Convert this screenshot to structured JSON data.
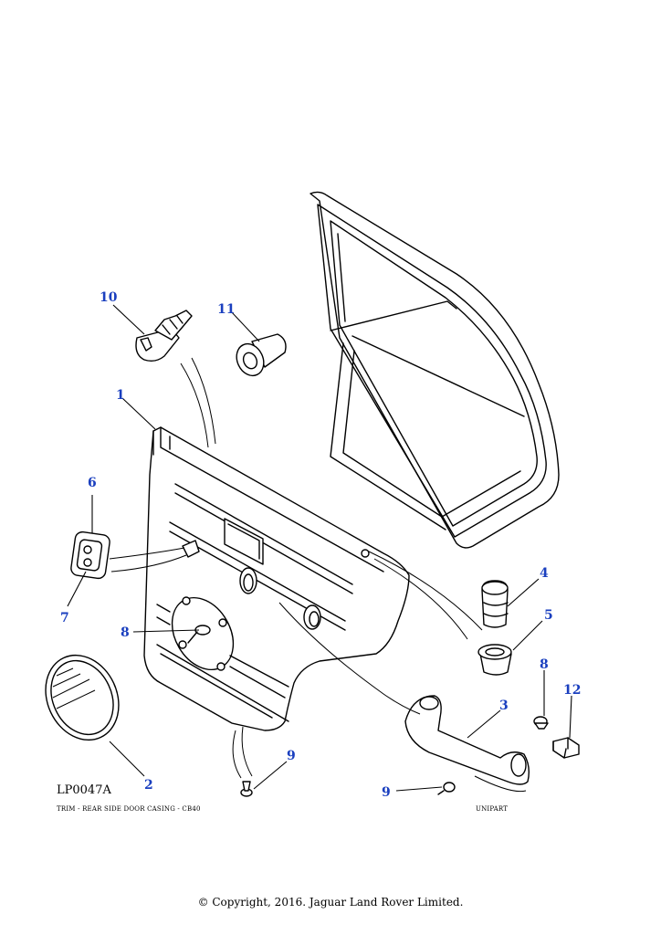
{
  "diagram": {
    "code": "LP0047A",
    "caption": "TRIM - REAR SIDE DOOR CASING - CB40",
    "supplier": "UNIPART",
    "callouts": [
      "1",
      "2",
      "3",
      "4",
      "5",
      "6",
      "7",
      "8",
      "8",
      "9",
      "9",
      "10",
      "11",
      "12"
    ]
  },
  "footer": {
    "copyright": "© Copyright, 2016. Jaguar Land Rover Limited."
  },
  "colors": {
    "callout": "#1a3fbf",
    "line": "#000000"
  }
}
